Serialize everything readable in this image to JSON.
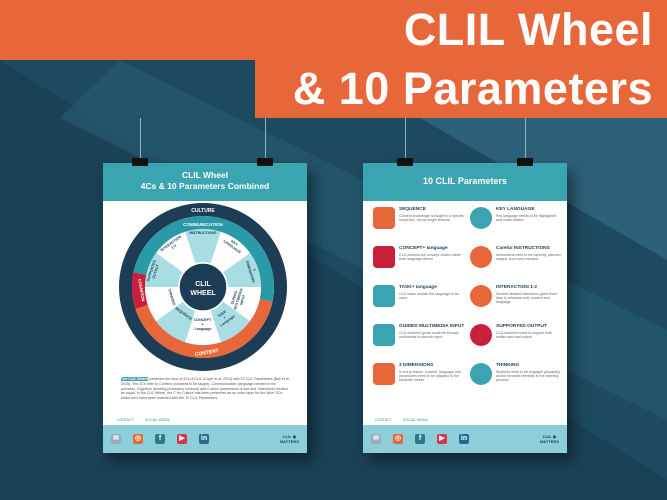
{
  "banner": {
    "line1": "CLIL Wheel",
    "line2": "& 10 Parameters"
  },
  "colors": {
    "orange": "#e8673a",
    "teal": "#3aa5b1",
    "navy": "#1d3c55",
    "red": "#c8203a",
    "background": "#1d4a60"
  },
  "left_poster": {
    "title1": "CLIL Wheel",
    "title2": "4Cs & 10 Parameters Combined",
    "wheel": {
      "center1": "CLIL",
      "center2": "WHEEL",
      "culture": "CULTURE",
      "communication": "COMMUNICATION",
      "content": "CONTENT",
      "cognition": "COGNITION",
      "segments": [
        "INSTRUCTIONS",
        "KEY LANGUAGE",
        "3 DIMENSIONS",
        "GUIDED MULTIMEDIA INPUT",
        "TASK + Language",
        "CONCEPT + Language",
        "SEQUENCE",
        "THINKING",
        "SUPPORTED OUTPUT",
        "INTERACTION 1-2"
      ]
    },
    "paragraph_highlight": "The CLIL Wheel",
    "paragraph": " combines the idea of 4Cs of CLIL (Coyle et al. 2010) with 10 CLIL Parameters (Ball et al. 2015). The 4Cs refer to Content (concepts to be taught), Communication (language needed in the process), Cognition (thinking processes involved) and Culture (awareness of self and 'otherness') treated as equal. In the CLIL Wheel, the C for Culture has been presented as an outer layer for the other 3Cs, which then have been matched with the 10 CLIL Parameters.",
    "contact": "CONTACT",
    "social": "SOCIAL MEDIA"
  },
  "right_poster": {
    "title": "10 CLIL Parameters",
    "params": [
      {
        "title": "SEQUENCE",
        "desc": "Content knowledge is taught in a specific sequence, not as single lessons."
      },
      {
        "title": "KEY LANGUAGE",
        "desc": "Key language needs to be highlighted and made salient."
      },
      {
        "title": "CONCEPT+ language",
        "desc": "CLIL lessons are concept-driven rather than language-driven."
      },
      {
        "title": "Careful INSTRUCTIONS",
        "desc": "Instructions need to be carefully planned, staged, short and checked."
      },
      {
        "title": "TASK+ language",
        "desc": "CLIL tasks contain the language to be used."
      },
      {
        "title": "INTERACTION 1-2",
        "desc": "Student-student interaction gives them time to rehearse both content and language."
      },
      {
        "title": "GUIDED MULTIMEDIA INPUT",
        "desc": "CLIL teachers guide students through multimedia to decode input."
      },
      {
        "title": "SUPPORTED OUTPUT",
        "desc": "CLIL teachers need to support both written and oral output."
      },
      {
        "title": "3 DIMENSIONS",
        "desc": "In every lesson, content, language and procedures need to be adapted to the students' needs."
      },
      {
        "title": "THINKING",
        "desc": "Students need to be engaged physically and/or involved mentally in the learning process."
      }
    ],
    "contact": "CONTACT",
    "social": "SOCIAL MEDIA"
  },
  "footer": {
    "icons": [
      "mail-icon",
      "instagram-icon",
      "facebook-icon",
      "youtube-icon",
      "linkedin-icon"
    ],
    "logo1": "CLIL",
    "logo2": "MATTERS"
  }
}
